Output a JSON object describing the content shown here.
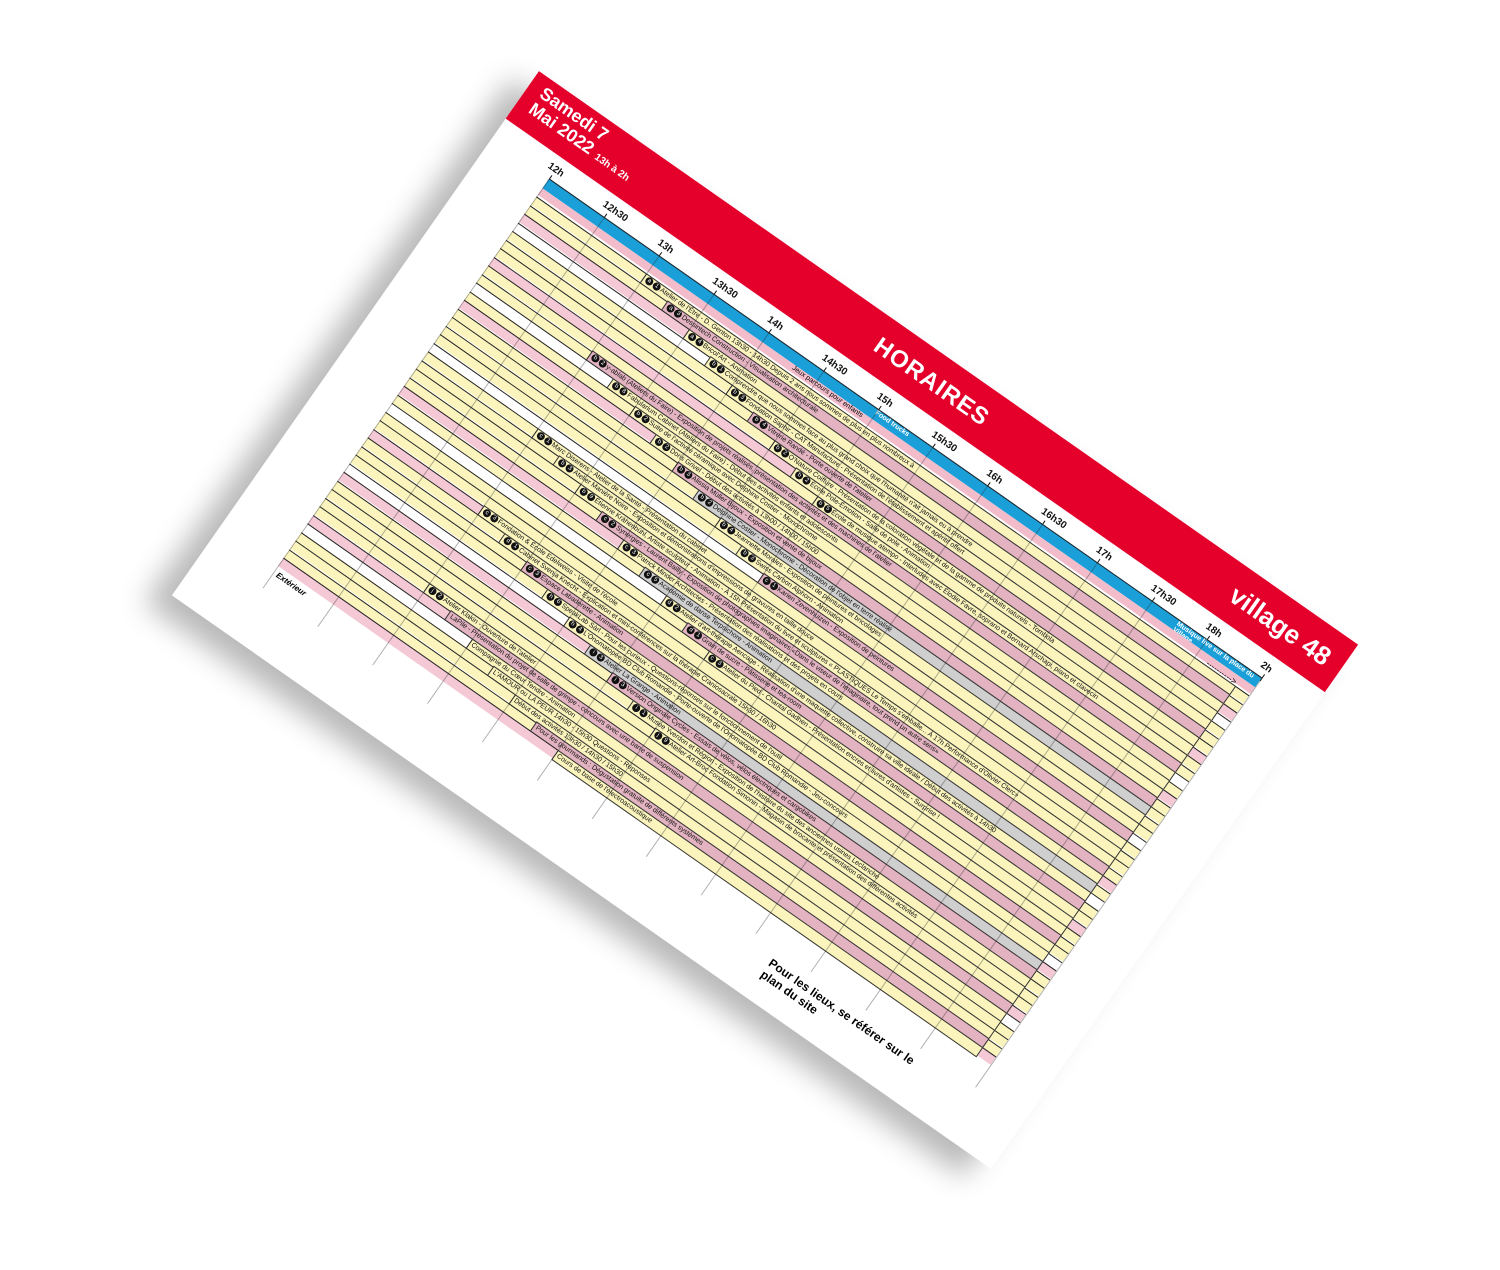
{
  "header": {
    "date_line1": "Samedi 7",
    "date_line2": "Mai 2022",
    "time_range": "13h à 2h",
    "title": "HORAIRES",
    "village": "village 48"
  },
  "timeline": {
    "ticks": [
      "12h",
      "12h30",
      "13h",
      "13h30",
      "14h",
      "14h30",
      "15h",
      "15h30",
      "16h",
      "16h30",
      "17h",
      "17h30",
      "18h",
      "2h"
    ]
  },
  "labels": {
    "food_trucks": "Food trucks",
    "music": "Musique live sur la place du Village",
    "jeux": "Jeux parcours pour enfants",
    "exterieur": "Extérieur",
    "note": "Pour les lieux, se référer sur le plan du site",
    "arrow": "---------->"
  },
  "events": [
    {
      "badges": [
        "a",
        "1"
      ],
      "text": "Atelier de l'Être - D. Genton 13h30 - 14h30 Depuis 2 ans nous sommes de plus en plus nombreux à"
    },
    {
      "badges": [
        "a",
        "3"
      ],
      "text": "Dessintech Construction - Visualisation architecturale"
    },
    {
      "badges": [
        "a",
        "4"
      ],
      "text": "Bricol'Art - Animation"
    },
    {
      "badges": [
        "b",
        "1"
      ],
      "text": "Comprendre que nous sommes face au plus grand choix que l'humanité n'ait jamais eu à prendre"
    },
    {
      "badges": [
        "b",
        "3"
      ],
      "text": "Fondation Saphir - CAT Manufacture - Présentation de l'établissement et apéritif offert"
    },
    {
      "badges": [
        "b",
        "4"
      ],
      "text": "Vitrerie Randé - Porte ouverte de l'atelier"
    },
    {
      "badges": [
        "b",
        "2"
      ],
      "text": "O'Nature Coiffure - Présentation de la coloration végétale et de la gamme de produits naturels - Tombola"
    },
    {
      "badges": [
        "b",
        "2"
      ],
      "text": "École Pole-Émotion - Salle de pole - Animation"
    },
    {
      "badges": [
        "b",
        "5"
      ],
      "text": "École de musique atempo - Interludes avec Élodie Favre, soprano et Bernard Arschapi, piano et clavecin"
    },
    {
      "badges": [
        "b",
        "2"
      ],
      "text": "y-ablab (Ateliers du Faire) - Exposition de projets réalisés, présentation des activités et des machines de l'atelier"
    },
    {
      "badges": [
        "b",
        "8"
      ],
      "text": "Fabularium Cabinet (Ateliers du Faire) - Début des activités enfants et adolescents"
    },
    {
      "badges": [
        "b",
        "2"
      ],
      "text": "Suite de l'activité céramique avec Delphine Costier - Monochrome"
    },
    {
      "badges": [
        "b",
        "2"
      ],
      "text": "Doris Grivel - Début des activités à 13h00 / 14h00 / 15h00"
    },
    {
      "badges": [
        "b",
        "3"
      ],
      "text": "Alissia Müller Bijoux - Exposition et vente de bijoux"
    },
    {
      "badges": [
        "b",
        "2"
      ],
      "text": "Delphine Costier - Monochrome - Décoration de l'objet en terre réalisé"
    },
    {
      "badges": [
        "b",
        "4"
      ],
      "text": "Jeannette Morales - Exposition de peintures et bricolages"
    },
    {
      "badges": [
        "b",
        "3"
      ],
      "text": "Swiss Carbon Alphorn - Animation"
    },
    {
      "badges": [
        "c",
        "1"
      ],
      "text": "Karien Zevenhuizen - Exposition de peintures"
    },
    {
      "badges": [
        "c",
        "1"
      ],
      "text": "Marc Diserens - Atelier de la Santé - Présentation du cabinet"
    },
    {
      "badges": [
        "b",
        "3"
      ],
      "text": "Atelier Manière Noire - Exposition et démonstrations d'impressions de gravures en taille douce"
    },
    {
      "badges": [
        "b",
        "9"
      ],
      "text": "Étienne Krähenbühl, Artiste sculpteur - Animation - À 15h Présentation du livre et sculptures « PLASTIQUES Le Temps s'emballe... À 17h Performance d'Olivier Clerc»"
    },
    {
      "badges": [
        "c",
        "2"
      ],
      "text": "Synergies - Laurent Bailly - Exposition de photographies imaginaires «Dans le viseur de l'imaginaire, tout prend un autre sens»"
    },
    {
      "badges": [
        "c",
        "3"
      ],
      "text": "Patrick Minder Architectes - Présentation des réalisations et des projets en cours"
    },
    {
      "badges": [
        "c",
        "5"
      ],
      "text": "Académie de danse Terpsichore - Animation"
    },
    {
      "badges": [
        "d",
        "2"
      ],
      "text": "Atelier d'art-thérapie Aencage - Réalisation d'une maquette collective, construire sa ville idéale / Début des activités à 14h30"
    },
    {
      "badges": [
        "d",
        "1"
      ],
      "text": "Grain de sucre - Pâtisserie et tea-room"
    },
    {
      "badges": [
        "c",
        "3"
      ],
      "text": "Atelier du Pied - Chantal Gadhen - Présentation encres et livres d'artistes - Surprise !"
    },
    {
      "badges": [
        "c",
        "3"
      ],
      "text": "Fondation & École Edelweiss - Visite de l'école"
    },
    {
      "badges": [
        "d",
        "1"
      ],
      "text": "Cabinet Svenja Knecht - Explication et mini-conférences sur la thérapie Craniosacrale 15h30 / 16h30"
    },
    {
      "badges": [
        "c",
        "3"
      ],
      "text": "Espace Labaderette - Animation"
    },
    {
      "badges": [
        "h",
        "6"
      ],
      "text": "SpeakLab Sàrl - Pour les curieux - Questions-réponses sur le fonctionnement de l'outil"
    },
    {
      "badges": [
        "h",
        "4"
      ],
      "text": "L'Onomatopée BD Club Romandie - Porte-ouverte de l'Onomatopée BD Club Romandie - Jeu-concours"
    },
    {
      "badges": [
        "i",
        "3"
      ],
      "text": "Atelier La Grange - Animation"
    },
    {
      "badges": [
        "i",
        "3"
      ],
      "text": "Version Originale Cycles - Essais de vélos, vélos électriques et cargobikes"
    },
    {
      "badges": [
        "i",
        "1"
      ],
      "text": "Musée Yverdon et Région - Exposition de l'histoire du site des anciennes usines Leclanché"
    },
    {
      "badges": [
        "j",
        "9"
      ],
      "text": "Atelier Art-Broc Fondation Simonin - Magasin de brocante et présentation des différentes activités"
    },
    {
      "badges": [
        "j",
        "2"
      ],
      "text": "Atelier Klakin - Ouverture de l'atelier"
    },
    {
      "badges": [],
      "text": "LaPile - Présentation du projet de salle de grimpe - concours avec une barre de suspension"
    },
    {
      "badges": [],
      "text": "Compagnie du Cœur Tendre - Animation"
    },
    {
      "badges": [],
      "text": "L'AMOUR ou LA PEUR 14h30 - 15h30 Questions - Réponses"
    },
    {
      "badges": [],
      "text": "Début des activités 13h30 / 14h30 / 15h30"
    },
    {
      "badges": [],
      "text": "Pour les gourmands : Dégustation gratuite de différents systèmes"
    },
    {
      "badges": [],
      "text": "Cours de base de l'électroacoustique"
    }
  ]
}
